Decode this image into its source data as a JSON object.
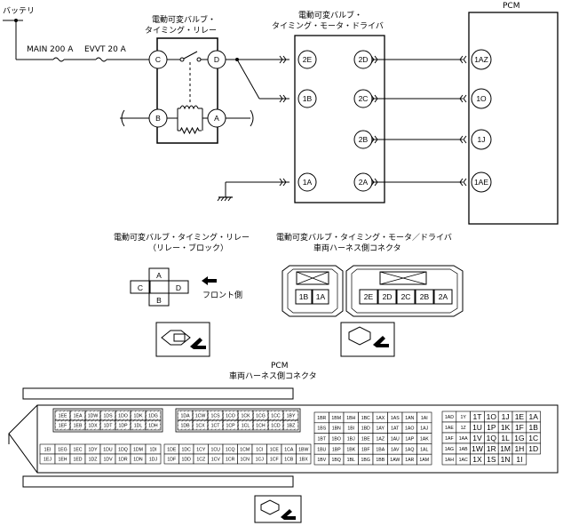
{
  "battery": "バッテリ",
  "fuse_main": "MAIN 200 A",
  "fuse_evvt": "EVVT 20 A",
  "relay_title": [
    "電動可変バルブ・",
    "タイミング・リレー"
  ],
  "motor_title": [
    "電動可変バルブ・",
    "タイミング・モータ・ドライバ"
  ],
  "pcm_title": "PCM",
  "relay_terms": [
    "C",
    "D",
    "B",
    "A"
  ],
  "motor_left_pins": [
    "2E",
    "1B",
    "1A"
  ],
  "motor_right_pins": [
    "2D",
    "2C",
    "2B",
    "2A"
  ],
  "pcm_pins": [
    "1AZ",
    "1O",
    "1J",
    "1AE"
  ],
  "relay_block_label": [
    "電動可変バルブ・タイミング・リレー",
    "（リレー・ブロック）"
  ],
  "motor_conn_label": [
    "電動可変バルブ・タイミング・モータ／ドライバ",
    "車両ハーネス側コネクタ"
  ],
  "front_label": "フロント側",
  "relay_cross": [
    "A",
    "C",
    "D",
    "B"
  ],
  "motor_conn_small": [
    "1B",
    "1A"
  ],
  "motor_conn_large": [
    "2E",
    "2D",
    "2C",
    "2B",
    "2A"
  ],
  "pcm_conn_label": [
    "PCM",
    "車両ハーネス側コネクタ"
  ],
  "pcm_g1": [
    [
      "1EE",
      "1EA",
      "1DW",
      "1DS",
      "1DO",
      "1DK",
      "1DG"
    ],
    [
      "1EF",
      "1EB",
      "1DX",
      "1DT",
      "1DP",
      "1DL",
      "1DH"
    ],
    [
      "1EI",
      "1EG",
      "1EC",
      "1DY",
      "1DU",
      "1DQ",
      "1DM",
      "1DI"
    ],
    [
      "1EJ",
      "1EH",
      "1ED",
      "1DZ",
      "1DV",
      "1DR",
      "1DN",
      "1DJ"
    ]
  ],
  "pcm_g2": [
    [
      "1DA",
      "1CW",
      "1CS",
      "1CO",
      "1CK",
      "1CG",
      "1CC",
      "1BY"
    ],
    [
      "1DB",
      "1CX",
      "1CT",
      "1CP",
      "1CL",
      "1CH",
      "1CD",
      "1BZ"
    ],
    [
      "1DE",
      "1DC",
      "1CY",
      "1CU",
      "1CQ",
      "1CM",
      "1CI",
      "1CE",
      "1CA",
      "1BW"
    ],
    [
      "1DF",
      "1DD",
      "1CZ",
      "1CV",
      "1CR",
      "1CN",
      "1CJ",
      "1CF",
      "1CB",
      "1BX"
    ]
  ],
  "pcm_g3": [
    [
      "1BR",
      "1BM",
      "1BH",
      "1BC",
      "1AX",
      "1AS",
      "1AN",
      "1AI"
    ],
    [
      "1BS",
      "1BN",
      "1BI",
      "1BD",
      "1AY",
      "1AT",
      "1AO",
      "1AJ"
    ],
    [
      "1BT",
      "1BO",
      "1BJ",
      "1BE",
      "1AZ",
      "1AU",
      "1AP",
      "1AK"
    ],
    [
      "1BU",
      "1BP",
      "1BK",
      "1BF",
      "1BA",
      "1AV",
      "1AQ",
      "1AL"
    ],
    [
      "1BV",
      "1BQ",
      "1BL",
      "1BG",
      "1BB",
      "1AW",
      "1AR",
      "1AM"
    ]
  ],
  "pcm_g4": [
    [
      "1AD",
      "1Y",
      "1T",
      "1O",
      "1J",
      "1E",
      "1A"
    ],
    [
      "1AE",
      "1Z",
      "1U",
      "1P",
      "1K",
      "1F",
      "1B"
    ],
    [
      "1AF",
      "1AA",
      "1V",
      "1Q",
      "1L",
      "1G",
      "1C"
    ],
    [
      "1AG",
      "1AB",
      "1W",
      "1R",
      "1M",
      "1H",
      "1D"
    ],
    [
      "1AH",
      "1AC",
      "1X",
      "1S",
      "1N",
      "1I",
      ""
    ]
  ]
}
